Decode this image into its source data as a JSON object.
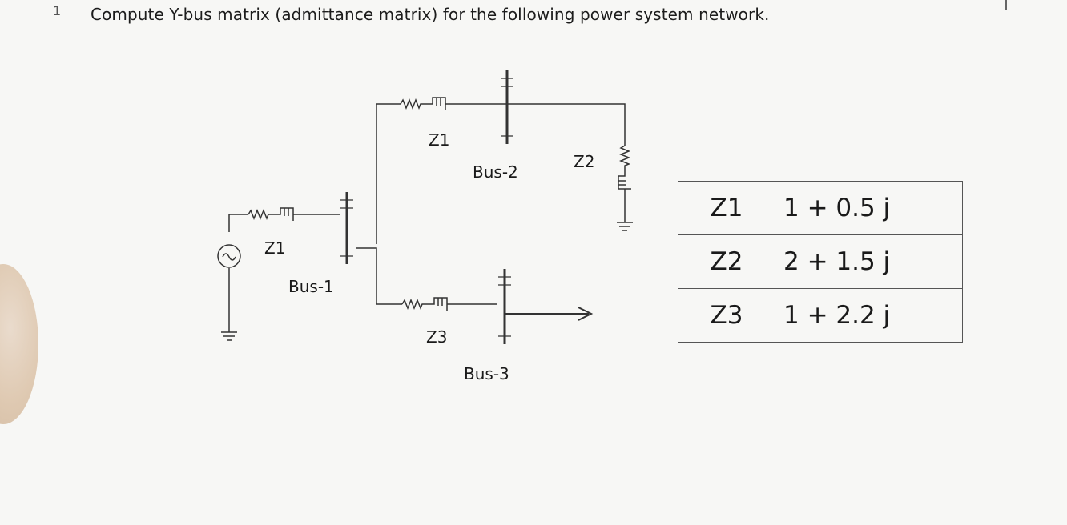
{
  "question": {
    "number": "1",
    "text": "Compute Y-bus matrix (admittance matrix) for the following power system network."
  },
  "diagram": {
    "labels": {
      "z1_top": "Z1",
      "z1_left": "Z1",
      "z2": "Z2",
      "z3": "Z3",
      "bus1": "Bus-1",
      "bus2": "Bus-2",
      "bus3": "Bus-3"
    }
  },
  "impedance_table": {
    "rows": [
      {
        "name": "Z1",
        "value": "1 + 0.5 j"
      },
      {
        "name": "Z2",
        "value": "2 + 1.5 j"
      },
      {
        "name": "Z3",
        "value": "1 + 2.2 j"
      }
    ]
  }
}
